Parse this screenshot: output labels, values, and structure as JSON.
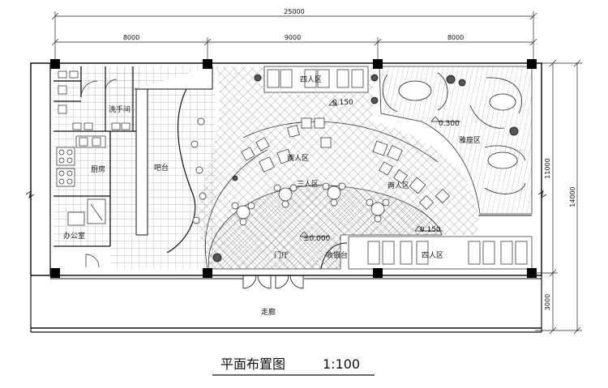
{
  "dimensions": {
    "top_total": "25000",
    "top_segments": [
      "8000",
      "9000",
      "8000"
    ],
    "right_total": "14000",
    "right_upper": "11000",
    "right_lower": "3000"
  },
  "rooms": {
    "restroom": "洗手间",
    "kitchen": "厨房",
    "office": "办公室",
    "bar": "吧台",
    "two_person_1": "两人区",
    "two_person_2": "两人区",
    "three_person": "三人区",
    "four_person_top": "四人区",
    "four_person_bottom": "四人区",
    "elegant": "雅座区",
    "lobby": "门厅",
    "cashier": "收银台",
    "corridor": "走廊"
  },
  "levels": {
    "l1": "0.150",
    "l2": "0.300",
    "l3": "±0.000",
    "l4": "0.150"
  },
  "title": {
    "text": "平面布置图",
    "scale": "1:100"
  }
}
